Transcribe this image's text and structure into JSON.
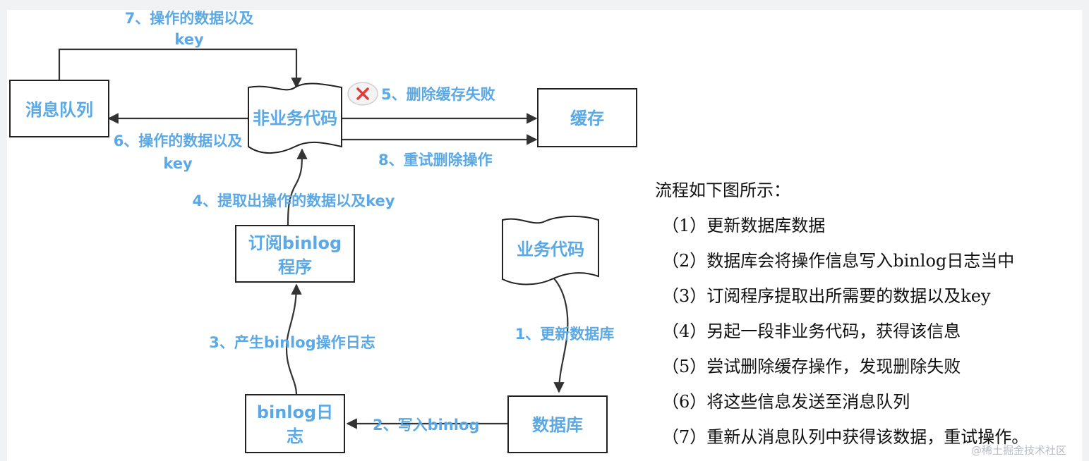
{
  "nodes": {
    "message_queue": "消息队列",
    "non_business_code": "非业务代码",
    "cache": "缓存",
    "subscribe_program_line1": "订阅binlog",
    "subscribe_program_line2": "程序",
    "business_code": "业务代码",
    "binlog_log_line1": "binlog日",
    "binlog_log_line2": "志",
    "database": "数据库"
  },
  "edges": {
    "step7_line1": "7、操作的数据以及",
    "step7_line2": "key",
    "step5": "5、删除缓存失败",
    "step6_line1": "6、操作的数据以及",
    "step6_line2": "key",
    "step8": "8、重试删除操作",
    "step4": "4、提取出操作的数据以及key",
    "step3": "3、产生binlog操作日志",
    "step1": "1、更新数据库",
    "step2": "2、写入binlog"
  },
  "failure_icon": "x-circle-icon",
  "process": {
    "heading": "流程如下图所示：",
    "steps": [
      "（1）更新数据库数据",
      "（2）数据库会将操作信息写入binlog日志当中",
      "（3）订阅程序提取出所需要的数据以及key",
      "（4）另起一段非业务代码，获得该信息",
      "（5）尝试删除缓存操作，发现删除失败",
      "（6）将这些信息发送至消息队列",
      "（7）重新从消息队列中获得该数据，重试操作。"
    ]
  },
  "watermark": "@稀土掘金技术社区",
  "colors": {
    "label": "#5aa9e6",
    "line": "#333333",
    "text": "#111111"
  }
}
